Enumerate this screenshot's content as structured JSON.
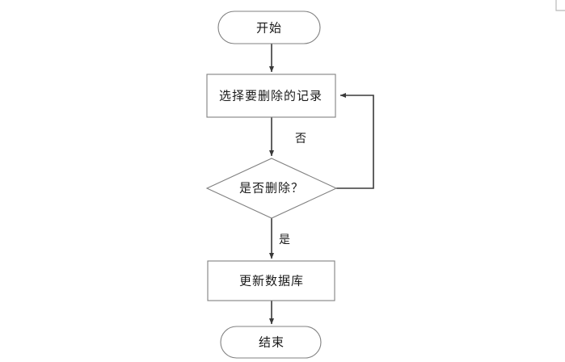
{
  "diagram": {
    "title": "",
    "type": "flowchart",
    "orientation": "top-to-bottom",
    "colors": {
      "background": "#ffffff",
      "shape_fill": "#ffffff",
      "shape_stroke": "#808080",
      "connector": "#3a3a3a",
      "text": "#1a1a1a",
      "crop_mark": "#b9b9b9"
    },
    "nodes": [
      {
        "id": "start",
        "shape": "terminator",
        "label": "开始"
      },
      {
        "id": "select",
        "shape": "process",
        "label": "选择要删除的记录"
      },
      {
        "id": "decide",
        "shape": "decision",
        "label": "是否删除？"
      },
      {
        "id": "update",
        "shape": "process",
        "label": "更新数据库"
      },
      {
        "id": "end",
        "shape": "terminator",
        "label": "结束"
      }
    ],
    "edges": [
      {
        "id": "e1",
        "from": "start",
        "to": "select",
        "label": ""
      },
      {
        "id": "e2",
        "from": "select",
        "to": "decide",
        "label": ""
      },
      {
        "id": "e3",
        "from": "decide",
        "to": "select",
        "label": "否"
      },
      {
        "id": "e4",
        "from": "decide",
        "to": "update",
        "label": "是"
      },
      {
        "id": "e5",
        "from": "update",
        "to": "end",
        "label": ""
      }
    ],
    "edge_labels": {
      "no": "否",
      "yes": "是"
    }
  }
}
